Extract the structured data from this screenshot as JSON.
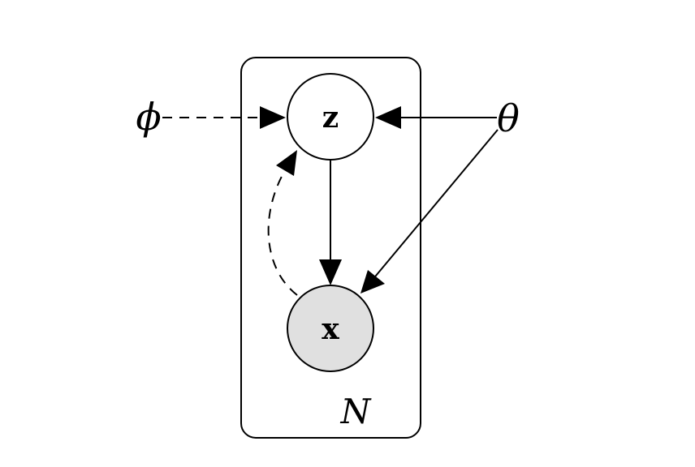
{
  "diagram": {
    "nodes": {
      "z": {
        "label": "z",
        "observed": false
      },
      "x": {
        "label": "x",
        "observed": true
      }
    },
    "parameters": {
      "phi": {
        "label": "ϕ"
      },
      "theta": {
        "label": "θ"
      }
    },
    "plate": {
      "label": "N"
    },
    "edges": [
      {
        "from": "phi",
        "to": "z",
        "style": "dashed"
      },
      {
        "from": "theta",
        "to": "z",
        "style": "solid"
      },
      {
        "from": "theta",
        "to": "x",
        "style": "solid"
      },
      {
        "from": "z",
        "to": "x",
        "style": "solid"
      },
      {
        "from": "x",
        "to": "z",
        "style": "dashed"
      }
    ]
  },
  "colors": {
    "stroke": "#000000",
    "observed_fill": "#e0e0e0",
    "latent_fill": "#ffffff",
    "background": "#ffffff"
  }
}
